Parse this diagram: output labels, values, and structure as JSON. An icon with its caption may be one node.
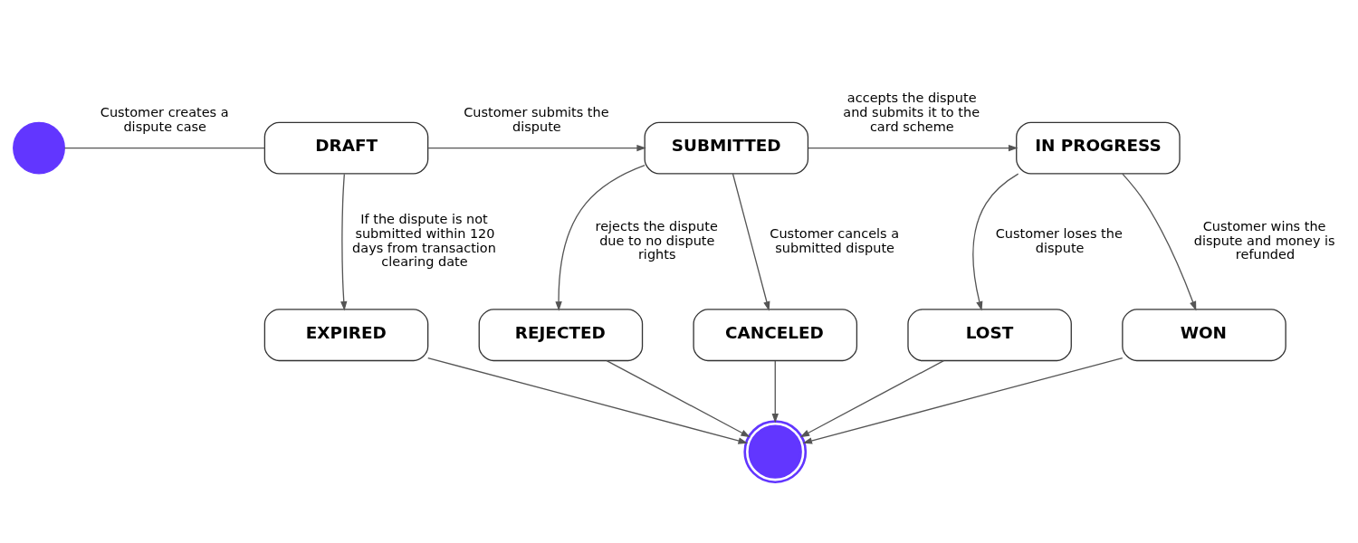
{
  "diagram": {
    "nodes": [
      {
        "text": [],
        "shape": "circle"
      },
      {
        "text": [
          "DRAFT"
        ]
      },
      {
        "text": [
          "SUBMITTED"
        ]
      },
      {
        "text": [
          "IN PROGRESS"
        ]
      },
      {
        "text": [
          "WON"
        ]
      },
      {
        "text": [
          "EXPIRED"
        ]
      },
      {
        "text": [
          "CANCELED"
        ]
      },
      {
        "text": [
          "REJECTED"
        ]
      },
      {
        "text": [
          "LOST"
        ]
      },
      {
        "text": [],
        "shape": "circle"
      }
    ],
    "edges": [
      {
        "from": 0,
        "to": 1,
        "arrow": "none",
        "label": "Customer creates a dispute case"
      },
      {
        "from": 1,
        "to": 2,
        "arrow": "to",
        "label": "Customer submits the dispute"
      },
      {
        "from": 2,
        "to": 3,
        "arrow": "to",
        "label": "accepts the dispute and submits it to the card scheme"
      },
      {
        "from": 3,
        "to": 4,
        "arrow": "to",
        "label": "Customer wins the dispute and money is refunded"
      },
      {
        "from": 1,
        "to": 5,
        "arrow": "to",
        "label": "If the dispute is not submitted within 120 days from transaction clearing date"
      },
      {
        "from": 2,
        "to": 6,
        "arrow": "to",
        "label": "Customer cancels a submitted dispute"
      },
      {
        "from": 2,
        "to": 7,
        "arrow": "to",
        "label": "rejects the dispute due to no dispute rights"
      },
      {
        "from": 3,
        "to": 8,
        "arrow": "to",
        "label": "Customer loses the dispute"
      },
      {
        "from": 4,
        "to": 9,
        "arrow": "to"
      },
      {
        "from": 5,
        "to": 9,
        "arrow": "to"
      },
      {
        "from": 6,
        "to": 9,
        "arrow": "to"
      },
      {
        "from": 7,
        "to": 9,
        "arrow": "to"
      },
      {
        "from": 8,
        "to": 9,
        "arrow": "to"
      }
    ]
  }
}
